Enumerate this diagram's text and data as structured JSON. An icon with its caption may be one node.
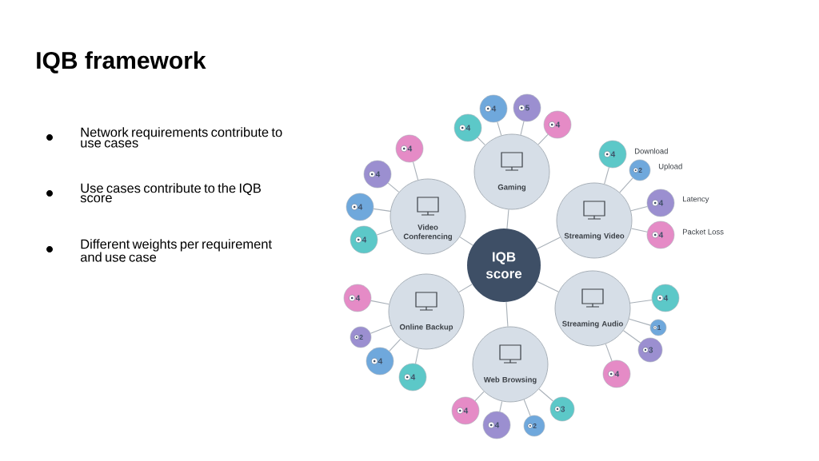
{
  "diagram": {
    "title": "IQB framework",
    "nodes": [
      {
        "text": [
          "IQB score"
        ]
      },
      {
        "text": [
          "Gaming"
        ]
      },
      {
        "text": [
          "Streaming Video"
        ]
      },
      {
        "text": [
          "Streaming Audio"
        ]
      },
      {
        "text": [
          "Web Browsing"
        ]
      },
      {
        "text": [
          "Online Backup"
        ]
      },
      {
        "text": [
          "Video Conferencing"
        ]
      },
      {
        "text": [
          "4"
        ]
      },
      {
        "text": [
          "4"
        ]
      },
      {
        "text": [
          "5"
        ]
      },
      {
        "text": [
          "4"
        ]
      },
      {
        "text": [
          "4"
        ],
        "beside": [
          "Download"
        ]
      },
      {
        "text": [
          "2"
        ],
        "beside": [
          "Upload"
        ]
      },
      {
        "text": [
          "4"
        ],
        "beside": [
          "Latency"
        ]
      },
      {
        "text": [
          "4"
        ],
        "beside": [
          "Packet Loss"
        ]
      },
      {
        "text": [
          "4"
        ]
      },
      {
        "text": [
          "1"
        ]
      },
      {
        "text": [
          "3"
        ]
      },
      {
        "text": [
          "4"
        ]
      },
      {
        "text": [
          "3"
        ]
      },
      {
        "text": [
          "2"
        ]
      },
      {
        "text": [
          "4"
        ]
      },
      {
        "text": [
          "4"
        ]
      },
      {
        "text": [
          "4"
        ]
      },
      {
        "text": [
          "2"
        ]
      },
      {
        "text": [
          "4"
        ]
      },
      {
        "text": [
          "4"
        ]
      },
      {
        "text": [
          "4"
        ]
      },
      {
        "text": [
          "4"
        ]
      },
      {
        "text": [
          "4"
        ]
      },
      {
        "text": [
          "4"
        ]
      }
    ],
    "edges": [
      {
        "from": 0,
        "to": 1,
        "arrow": "none"
      },
      {
        "from": 0,
        "to": 2,
        "arrow": "none"
      },
      {
        "from": 0,
        "to": 3,
        "arrow": "none"
      },
      {
        "from": 0,
        "to": 4,
        "arrow": "none"
      },
      {
        "from": 0,
        "to": 5,
        "arrow": "none"
      },
      {
        "from": 0,
        "to": 6,
        "arrow": "none"
      },
      {
        "from": 1,
        "to": 7,
        "arrow": "none"
      },
      {
        "from": 1,
        "to": 8,
        "arrow": "none"
      },
      {
        "from": 1,
        "to": 9,
        "arrow": "none"
      },
      {
        "from": 1,
        "to": 10,
        "arrow": "none"
      },
      {
        "from": 2,
        "to": 11,
        "arrow": "none"
      },
      {
        "from": 2,
        "to": 12,
        "arrow": "none"
      },
      {
        "from": 2,
        "to": 13,
        "arrow": "none"
      },
      {
        "from": 2,
        "to": 14,
        "arrow": "none"
      },
      {
        "from": 3,
        "to": 15,
        "arrow": "none"
      },
      {
        "from": 3,
        "to": 16,
        "arrow": "none"
      },
      {
        "from": 3,
        "to": 17,
        "arrow": "none"
      },
      {
        "from": 3,
        "to": 18,
        "arrow": "none"
      },
      {
        "from": 4,
        "to": 19,
        "arrow": "none"
      },
      {
        "from": 4,
        "to": 20,
        "arrow": "none"
      },
      {
        "from": 4,
        "to": 21,
        "arrow": "none"
      },
      {
        "from": 4,
        "to": 22,
        "arrow": "none"
      },
      {
        "from": 5,
        "to": 23,
        "arrow": "none"
      },
      {
        "from": 5,
        "to": 24,
        "arrow": "none"
      },
      {
        "from": 5,
        "to": 25,
        "arrow": "none"
      },
      {
        "from": 5,
        "to": 26,
        "arrow": "none"
      },
      {
        "from": 6,
        "to": 27,
        "arrow": "none"
      },
      {
        "from": 6,
        "to": 28,
        "arrow": "none"
      },
      {
        "from": 6,
        "to": 29,
        "arrow": "none"
      },
      {
        "from": 6,
        "to": 30,
        "arrow": "none"
      }
    ],
    "labels": [
      "Network requirements contribute to use cases",
      "Use cases contribute to the IQB score",
      "Different weights per requirement and use case"
    ]
  }
}
